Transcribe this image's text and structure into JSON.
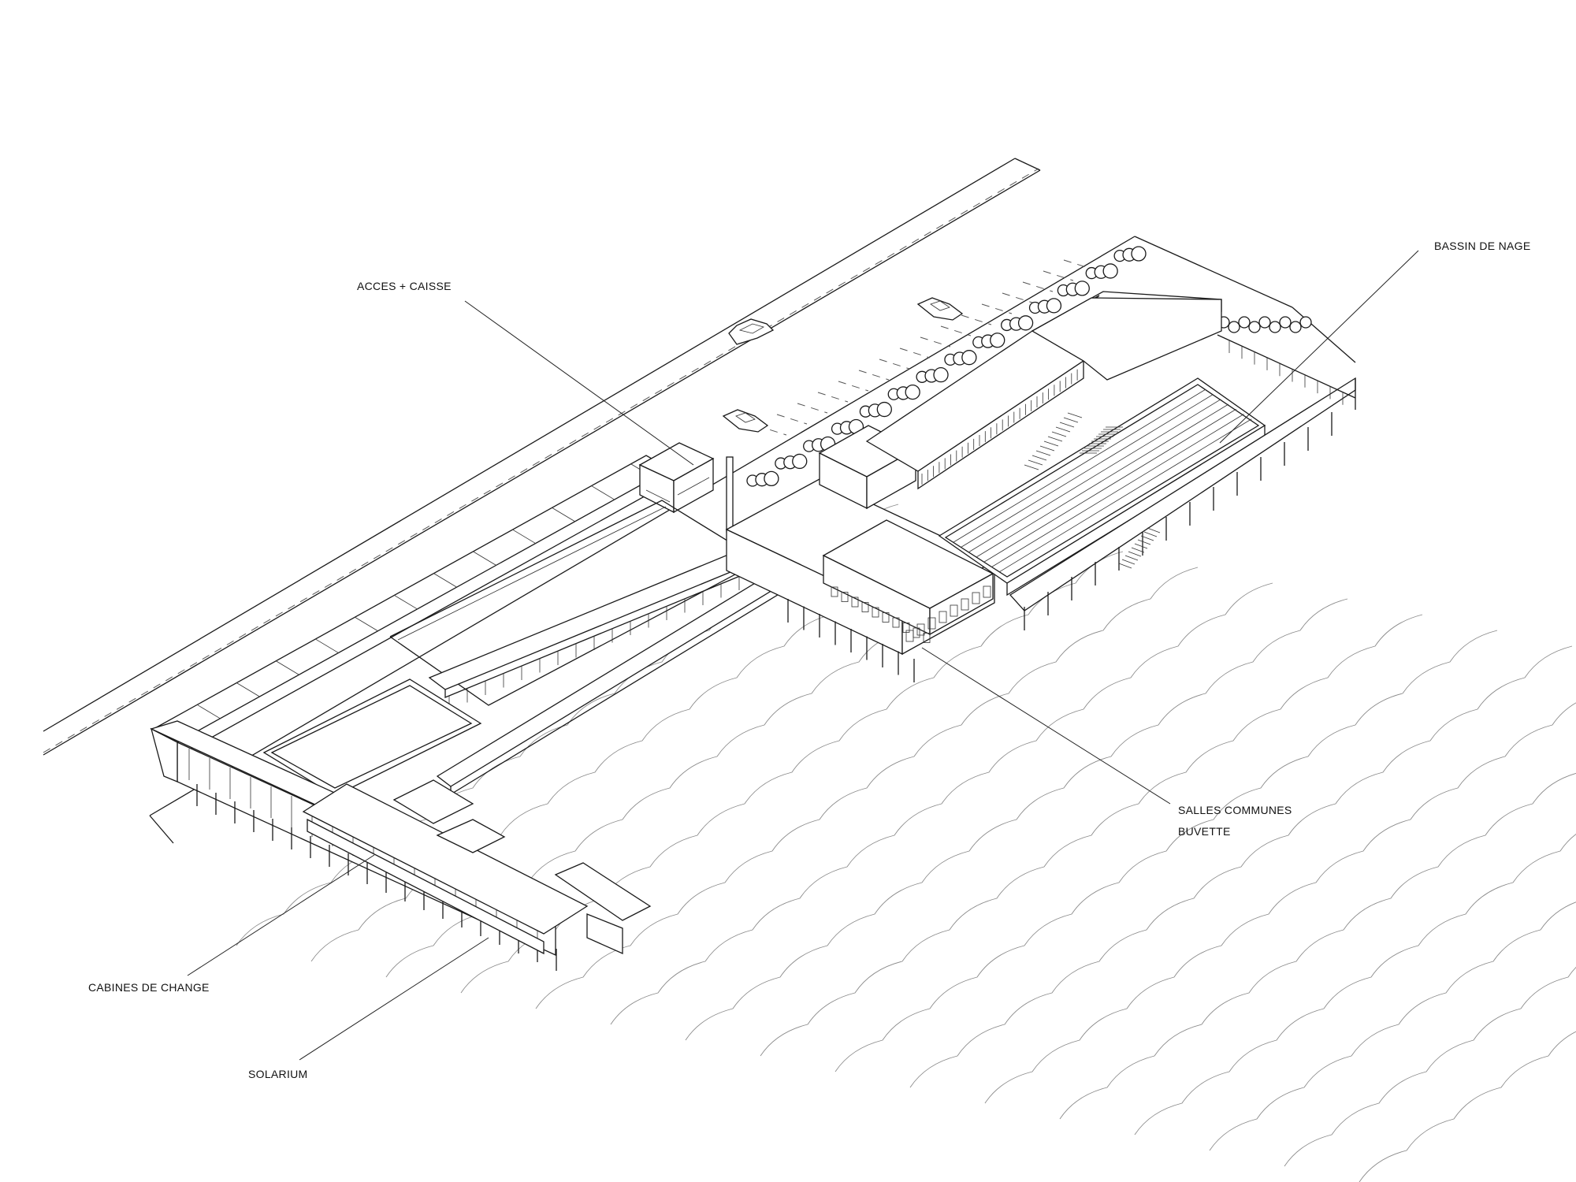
{
  "labels": {
    "acces_caisse": "ACCES + CAISSE",
    "bassin_de_nage": "BASSIN DE NAGE",
    "salles_communes": "SALLES COMMUNES",
    "buvette": "BUVETTE",
    "cabines_de_change": "CABINES DE CHANGE",
    "solarium": "SOLARIUM"
  }
}
